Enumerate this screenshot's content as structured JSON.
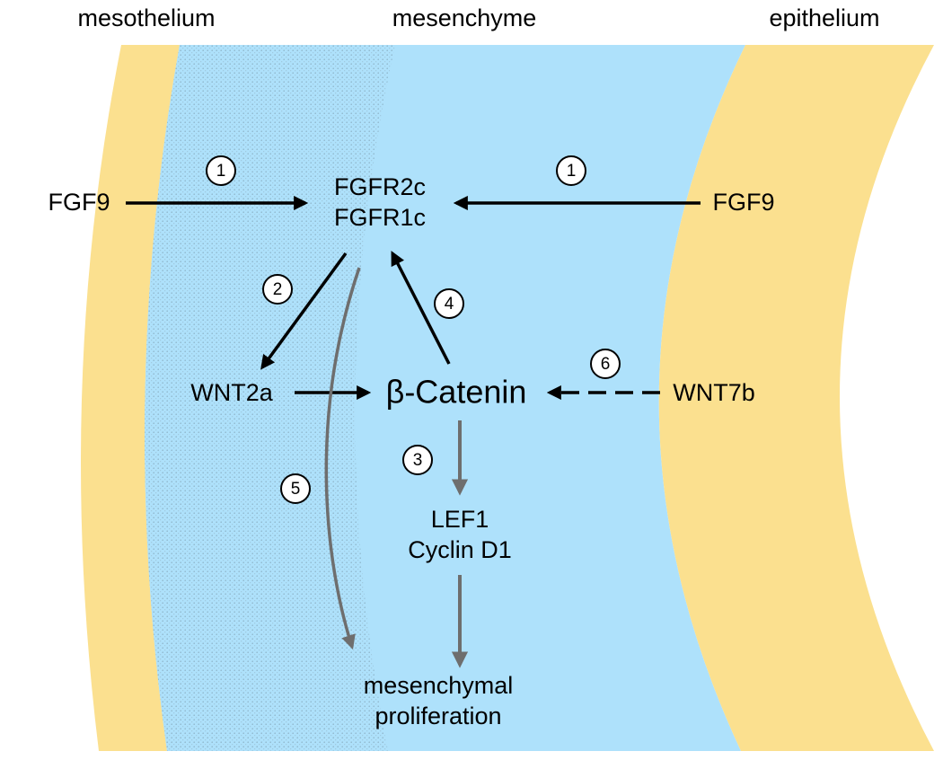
{
  "regions": {
    "left": "mesothelium",
    "middle": "mesenchyme",
    "right": "epithelium"
  },
  "nodes": {
    "fgf9_left": "FGF9",
    "fgf9_right": "FGF9",
    "fgfr2c": "FGFR2c",
    "fgfr1c": "FGFR1c",
    "wnt2a": "WNT2a",
    "beta_catenin": "β-Catenin",
    "wnt7b": "WNT7b",
    "lef1": "LEF1",
    "cyclin_d1": "Cyclin D1",
    "outcome_line1": "mesenchymal",
    "outcome_line2": "proliferation"
  },
  "steps": {
    "s1_left": "1",
    "s1_right": "1",
    "s2": "2",
    "s3": "3",
    "s4": "4",
    "s5": "5",
    "s6": "6"
  },
  "colors": {
    "mesothelium": "#fbe08f",
    "epithelium": "#fbe08f",
    "mesenchyme": "#aee1fb",
    "mesenchyme_stipple": "#8fb7cc",
    "arrow_black": "#000000",
    "arrow_gray": "#6e6e6e"
  }
}
